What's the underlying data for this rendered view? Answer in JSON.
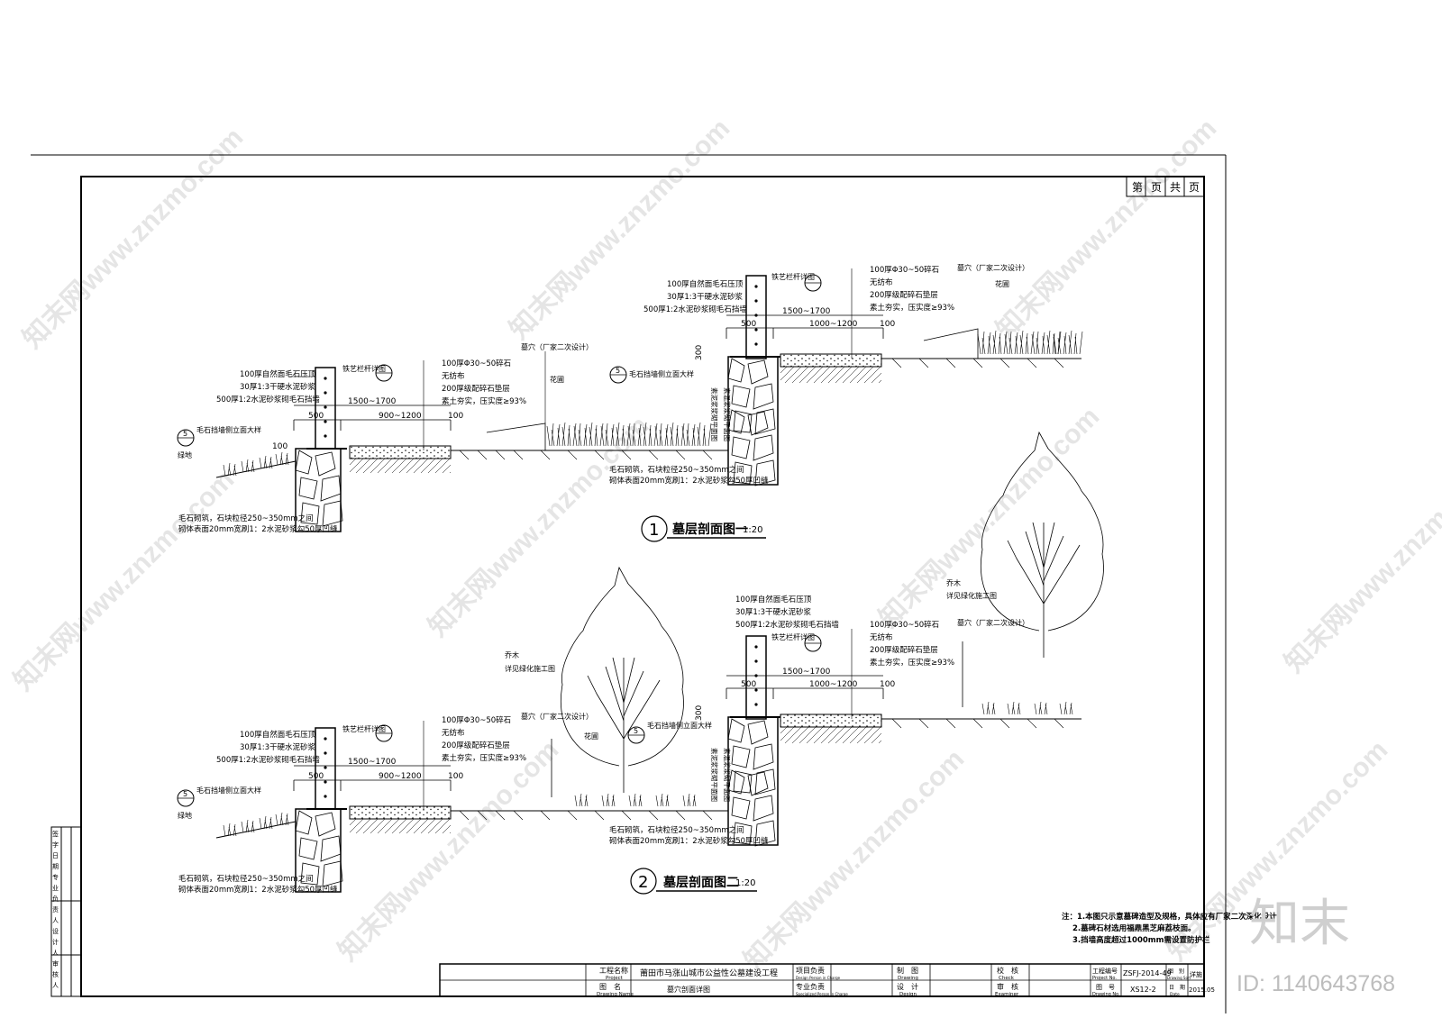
{
  "page_counter": {
    "page_prefix": "第",
    "page_suffix": "页",
    "total_prefix": "共",
    "total_suffix": "页"
  },
  "section_labels": {
    "railing_detail": "铁艺栏杆详图",
    "wall_elev_detail": "毛石挡墙侧立面大样",
    "green": "绿地",
    "tomb": "墓穴（厂家二次设计）",
    "flower_bed": "花圃",
    "tree": "乔木",
    "tree_note": "详见绿化施工图",
    "wall_vertical_a": "素泥浆浆砌平面图",
    "wall_vertical_b": "素混浆浆砌平面图",
    "num_5": "5"
  },
  "wall_layers": {
    "l1": "100厚自然面毛石压顶",
    "l2": "30厚1:3干硬水泥砂浆",
    "l3": "500厚1:2水泥砂浆砌毛石挡墙"
  },
  "ground_layers": {
    "l1": "100厚Φ30~50碎石",
    "l2": "无纺布",
    "l3": "200厚级配碎石垫层",
    "l4": "素土夯实，压实度≥93%"
  },
  "masonry_notes": {
    "l1": "毛石砌筑，石块粒径250~350mm之间",
    "l2": "砌体表面20mm宽刷1：2水泥砂浆勾50厚凹缝"
  },
  "dims": {
    "d_500": "500",
    "d_lower_path_width": "900~1200",
    "d_upper_path_width": "1000~1200",
    "d_total": "1500~1700",
    "d_100": "100",
    "d_300": "300"
  },
  "section_titles": {
    "s1_num": "1",
    "s1_text": "墓层剖面图一",
    "s1_scale": "1:20",
    "s2_num": "2",
    "s2_text": "墓层剖面图二",
    "s2_scale": "1:20"
  },
  "notes": {
    "n0": "注：1.本图只示意墓碑造型及规格，具体应有厂家二次深化设计；",
    "n1": "2.墓碑石材选用福鼎黑芝麻荔枝面。",
    "n2": "3.挡墙高度超过1000mm需设置防护栏"
  },
  "title_block": {
    "project_cn": "工程名称",
    "project_en": "Project",
    "project_value": "莆田市马涨山城市公益性公墓建设工程",
    "drawing_name_cn": "图　名",
    "drawing_name_en": "Drawing Name",
    "drawing_name_value": "墓穴剖面详图",
    "pm_cn": "项目负责",
    "pm_en": "Design Person in Charge",
    "sm_cn": "专业负责",
    "sm_en": "Specialized Person in Charge",
    "draw_cn": "制　图",
    "draw_en": "Drawing",
    "design_cn": "设　计",
    "design_en": "Design",
    "check_cn": "校　核",
    "check_en": "Check",
    "exam_cn": "审　核",
    "exam_en": "Examiner",
    "proj_no_cn": "工程编号",
    "proj_no_en": "Project No.",
    "proj_no_value": "ZSFJ-2014-49",
    "sort_cn": "图　别",
    "sort_en": "Drawing Sort",
    "sort_value": "详施",
    "dwg_no_cn": "图　号",
    "dwg_no_en": "Drawing No.",
    "dwg_no_value": "XS12-2",
    "date_cn": "日　期",
    "date_en": "Date",
    "date_value": "2015.05"
  },
  "side_stamp": [
    "签",
    "字",
    "日",
    "期",
    "专",
    "业",
    "负",
    "责",
    "人",
    "设",
    "计",
    "人",
    "审",
    "核",
    "人"
  ],
  "watermark": {
    "site": "知末网www.znzmo.com",
    "logo": "知末",
    "id": "ID: 1140643768"
  }
}
